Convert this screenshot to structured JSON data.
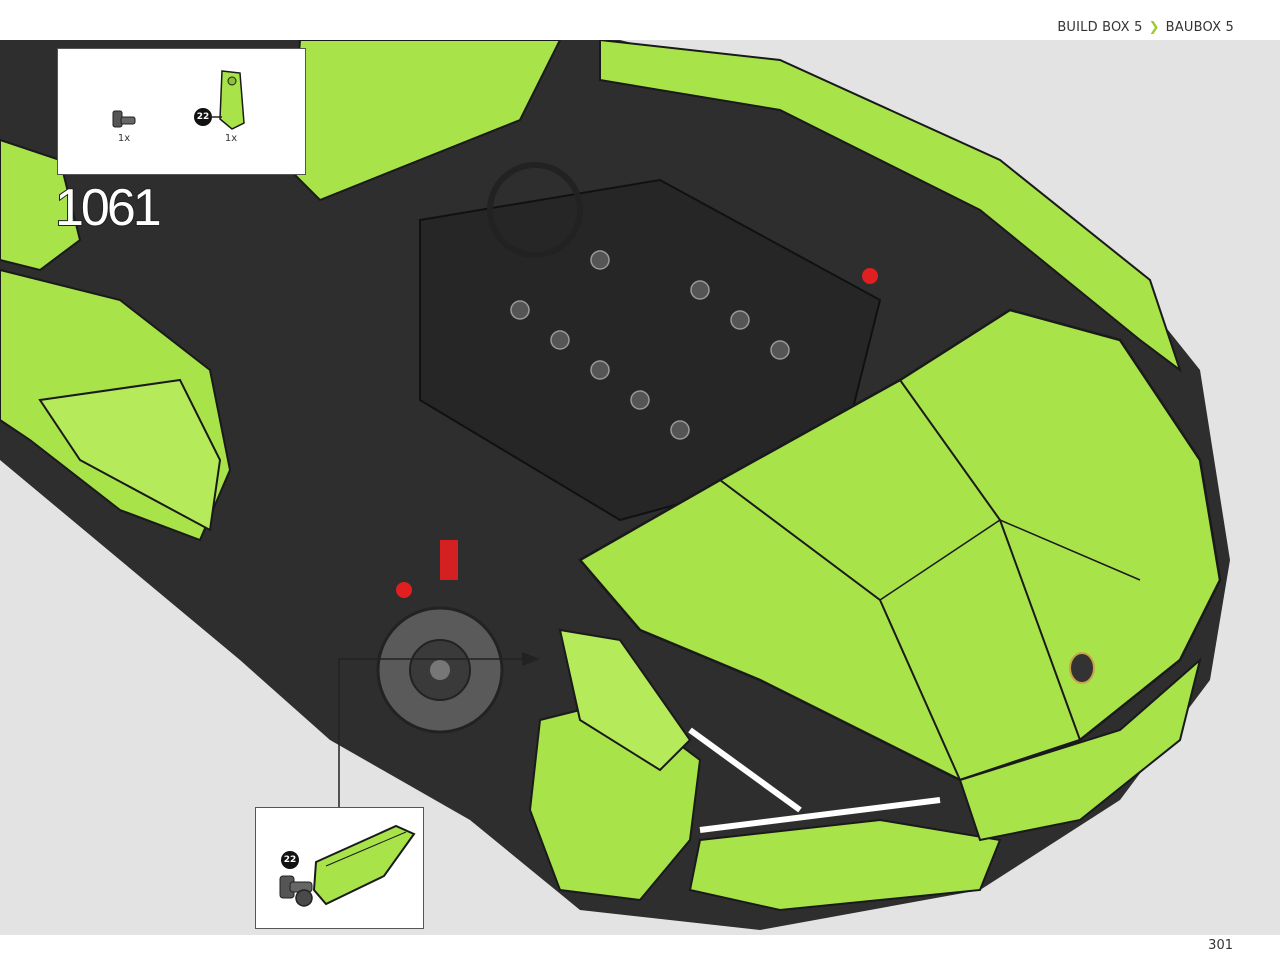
{
  "breadcrumb": {
    "item1": "BUILD BOX 5",
    "item2": "BAUBOX 5"
  },
  "step": {
    "number": "1061"
  },
  "parts": [
    {
      "icon": "connector-piece-icon",
      "count": "1x"
    },
    {
      "icon": "lime-panel-piece-icon",
      "count": "1x",
      "badge": "22"
    }
  ],
  "callout": {
    "badge": "22"
  },
  "page": {
    "number": "301"
  },
  "colors": {
    "lime": "#a8e34a",
    "dark": "#2b2b2b",
    "background": "#e3e3e3",
    "accent_arrow": "#9ccc2b"
  }
}
